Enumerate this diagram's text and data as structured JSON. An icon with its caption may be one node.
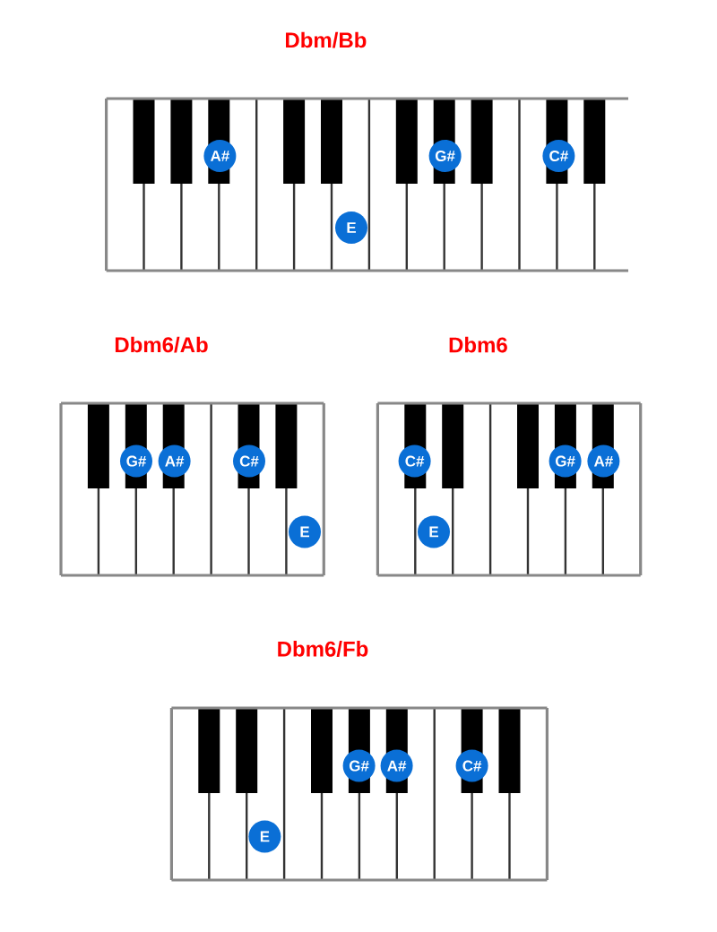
{
  "diagram": {
    "nodes": [
      {
        "text": [
          "A#"
        ]
      },
      {
        "text": [
          "G#"
        ]
      },
      {
        "text": [
          "C#"
        ]
      },
      {
        "text": [
          "E"
        ]
      },
      {
        "text": [
          "G#"
        ]
      },
      {
        "text": [
          "A#"
        ]
      },
      {
        "text": [
          "C#"
        ]
      },
      {
        "text": [
          "E"
        ]
      },
      {
        "text": [
          "C#"
        ]
      },
      {
        "text": [
          "G#"
        ]
      },
      {
        "text": [
          "A#"
        ]
      },
      {
        "text": [
          "E"
        ]
      },
      {
        "text": [
          "G#"
        ]
      },
      {
        "text": [
          "A#"
        ]
      },
      {
        "text": [
          "C#"
        ]
      },
      {
        "text": [
          "E"
        ]
      }
    ],
    "labels": [
      "Dbm/Bb",
      "Dbm6/Ab",
      "Dbm6",
      "Dbm6/Fb"
    ]
  }
}
